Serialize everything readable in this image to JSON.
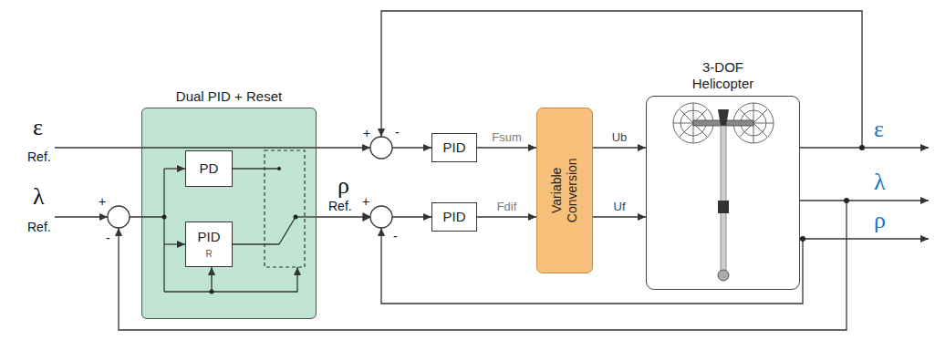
{
  "diagram": {
    "nodes": [
      {
        "text": [
          "Dual PID + Reset"
        ]
      },
      {
        "text": [
          "PD"
        ],
        "in": 0
      },
      {
        "text": [
          "PID",
          "R"
        ],
        "in": 0
      },
      {
        "text": [
          "PID"
        ]
      },
      {
        "text": [
          "PID"
        ]
      },
      {
        "text": [
          "Variable Conversion"
        ]
      },
      {
        "text": [
          "3-DOF Helicopter"
        ]
      }
    ],
    "edges": [
      {
        "from": 0,
        "to": 4,
        "arrow": "to"
      },
      {
        "from": 3,
        "to": 5,
        "label": "Fsum",
        "arrow": "to"
      },
      {
        "from": 4,
        "to": 5,
        "label": "Fdif",
        "arrow": "to"
      },
      {
        "from": 5,
        "to": 6,
        "label": "Ub",
        "arrow": "to"
      },
      {
        "from": 5,
        "to": 6,
        "label": "Uf",
        "arrow": "to"
      }
    ],
    "labels": [
      "ε",
      "Ref.",
      "λ",
      "Ref.",
      "+",
      "-",
      "+",
      "-",
      "ρ",
      "Ref.",
      "+",
      "-",
      "ε",
      "λ",
      "ρ"
    ]
  }
}
